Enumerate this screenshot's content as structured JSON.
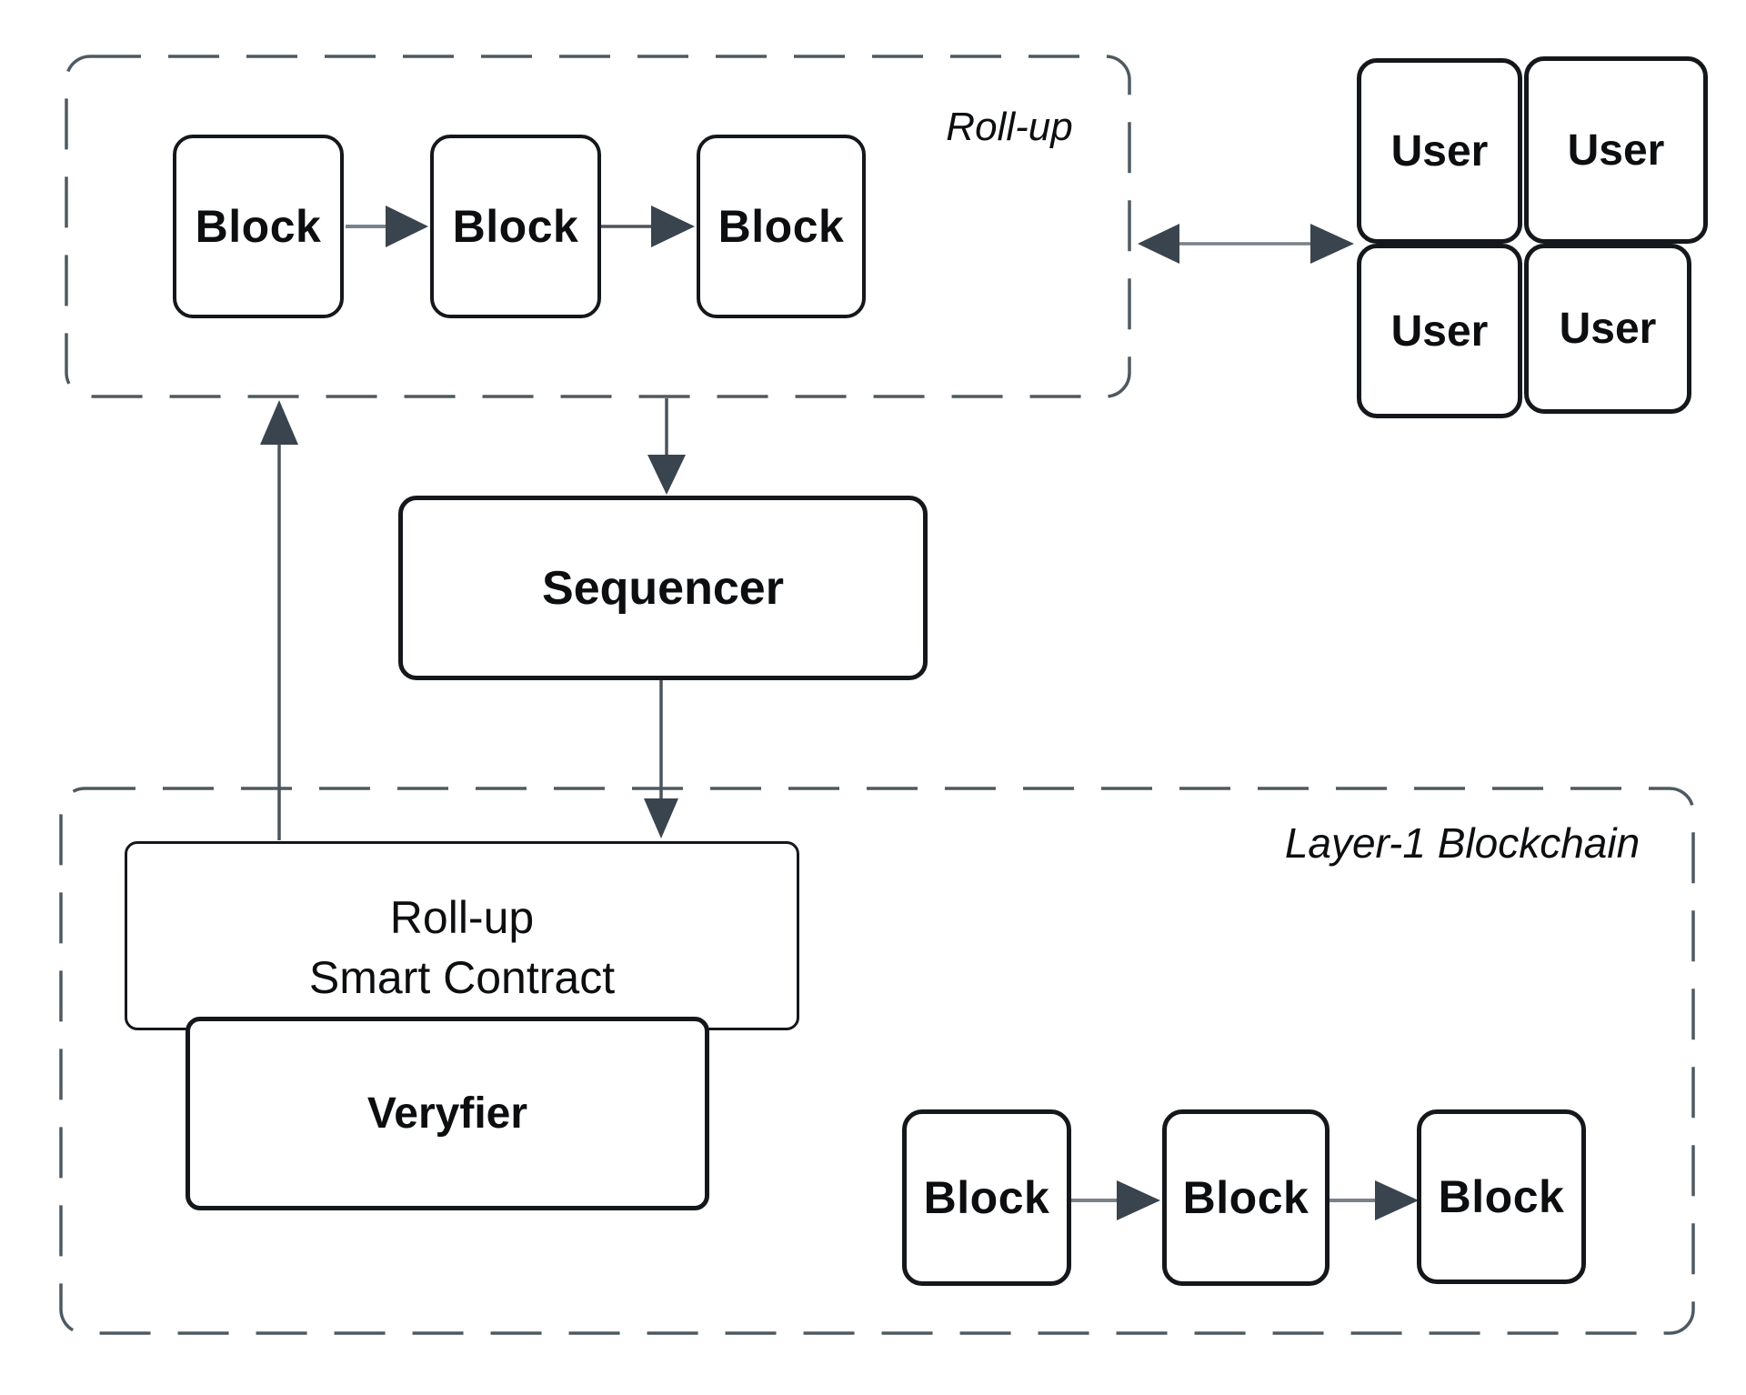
{
  "rollup": {
    "label": "Roll-up",
    "blocks": [
      "Block",
      "Block",
      "Block"
    ]
  },
  "users": {
    "items": [
      "User",
      "User",
      "User",
      "User"
    ]
  },
  "sequencer": {
    "label": "Sequencer"
  },
  "layer1": {
    "label": "Layer-1 Blockchain",
    "smart_contract": {
      "line1": "Roll-up",
      "line2": "Smart Contract"
    },
    "verifier": {
      "label": "Veryfier"
    },
    "blocks": [
      "Block",
      "Block",
      "Block"
    ]
  },
  "colors": {
    "background": "#ffffff",
    "box_border": "#14181c",
    "dash_border": "#4f5960",
    "arrow_dark": "#3a444e",
    "line_gray": "#78828a",
    "text": "#0c0e10"
  }
}
